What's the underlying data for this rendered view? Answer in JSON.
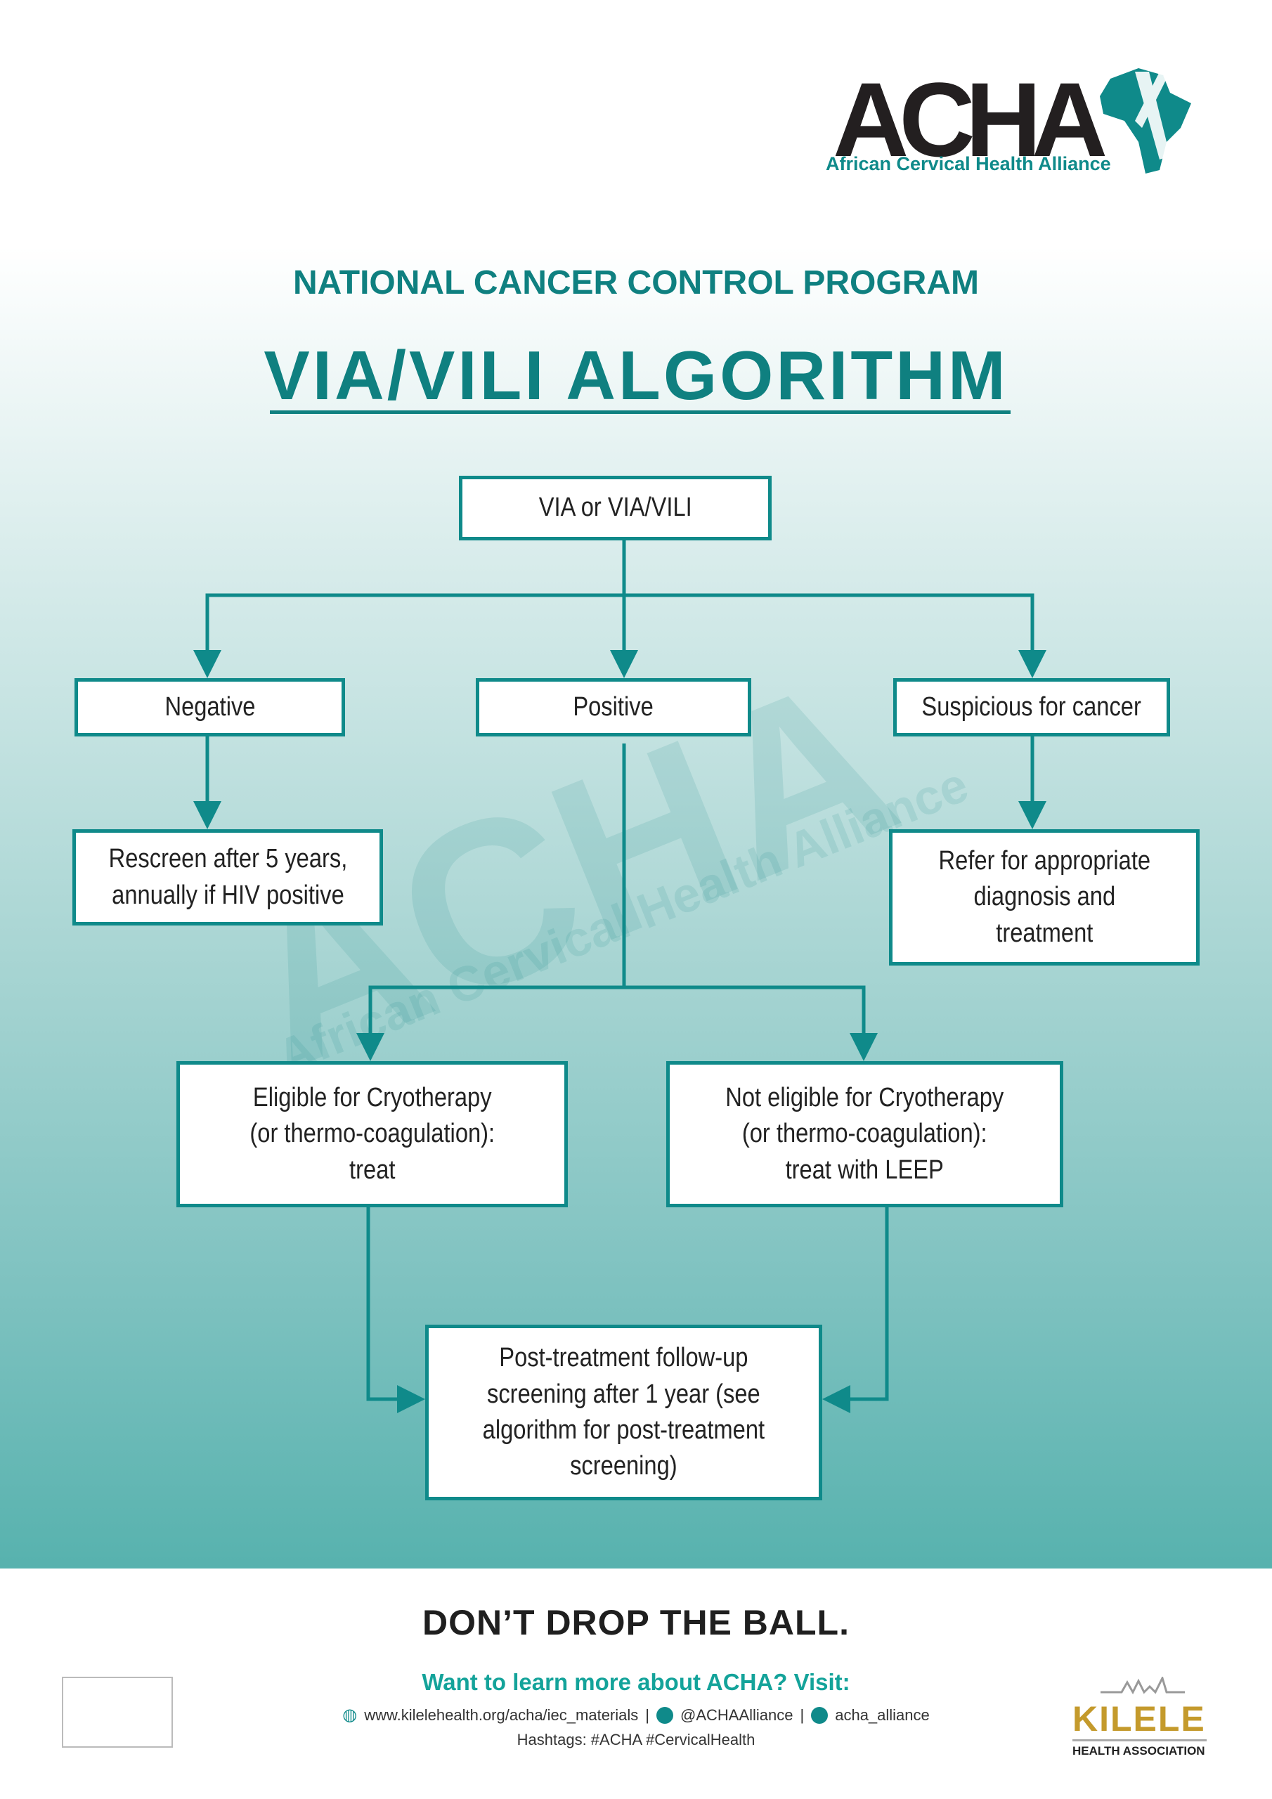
{
  "logo": {
    "name": "ACHA",
    "tagline": "African Cervical Health Alliance"
  },
  "header": {
    "program": "NATIONAL CANCER CONTROL PROGRAM",
    "title": "VIA/VILI ALGORITHM"
  },
  "watermark": {
    "main": "ACHA",
    "sub": "African Cervical Health Alliance"
  },
  "nodes": {
    "start": "VIA or VIA/VILI",
    "negative": "Negative",
    "positive": "Positive",
    "suspicious": "Suspicious for cancer",
    "rescreen": "Rescreen after 5 years,\nannually if HIV positive",
    "refer": "Refer for appropriate\ndiagnosis and\ntreatment",
    "eligible": "Eligible for Cryotherapy\n(or thermo-coagulation):\ntreat",
    "not_eligible": "Not eligible for Cryotherapy\n(or thermo-coagulation):\ntreat with LEEP",
    "followup": "Post-treatment follow-up\nscreening after 1 year (see\nalgorithm for post-treatment\nscreening)"
  },
  "footer": {
    "slogan": "DON’T DROP THE BALL.",
    "cta": "Want to learn more about ACHA? Visit:",
    "website": "www.kilelehealth.org/acha/iec_materials",
    "twitter": "@ACHAAlliance",
    "instagram": "acha_alliance",
    "separator": "|",
    "hashtags": "Hashtags: #ACHA  #CervicalHealth",
    "partner_name": "KILELE",
    "partner_sub": "HEALTH ASSOCIATION"
  },
  "colors": {
    "teal": "#0f8a8a",
    "gold": "#c49a2c"
  }
}
